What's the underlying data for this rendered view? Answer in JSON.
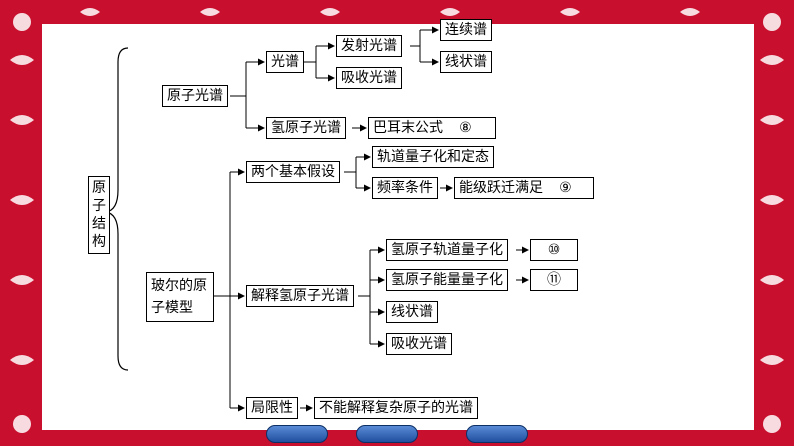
{
  "diagram": {
    "root": "原子结构",
    "atomic_spectrum": "原子光谱",
    "spectrum": "光谱",
    "emission_spectrum": "发射光谱",
    "absorption_spectrum": "吸收光谱",
    "continuous_spectrum": "连续谱",
    "line_spectrum": "线状谱",
    "hydrogen_spectrum": "氢原子光谱",
    "balmer_formula": "巴耳末公式",
    "blank_8": "⑧",
    "bohr_model": "玻尔的原子模型",
    "two_postulates": "两个基本假设",
    "orbit_quantization_state": "轨道量子化和定态",
    "frequency_condition": "频率条件",
    "transition_condition": "能级跃迁满足",
    "blank_9": "⑨",
    "explain_hydrogen": "解释氢原子光谱",
    "h_orbit_quantization": "氢原子轨道量子化",
    "blank_10": "⑩",
    "h_energy_quantization": "氢原子能量量子化",
    "blank_11": "⑪",
    "line_spectrum_2": "线状谱",
    "absorption_spectrum_2": "吸收光谱",
    "limitation": "局限性",
    "limitation_desc": "不能解释复杂原子的光谱"
  },
  "colors": {
    "frame": "#c8102e",
    "panel": "#ffffff",
    "button": "#2f62b8"
  },
  "nav": {
    "buttons": 3
  }
}
